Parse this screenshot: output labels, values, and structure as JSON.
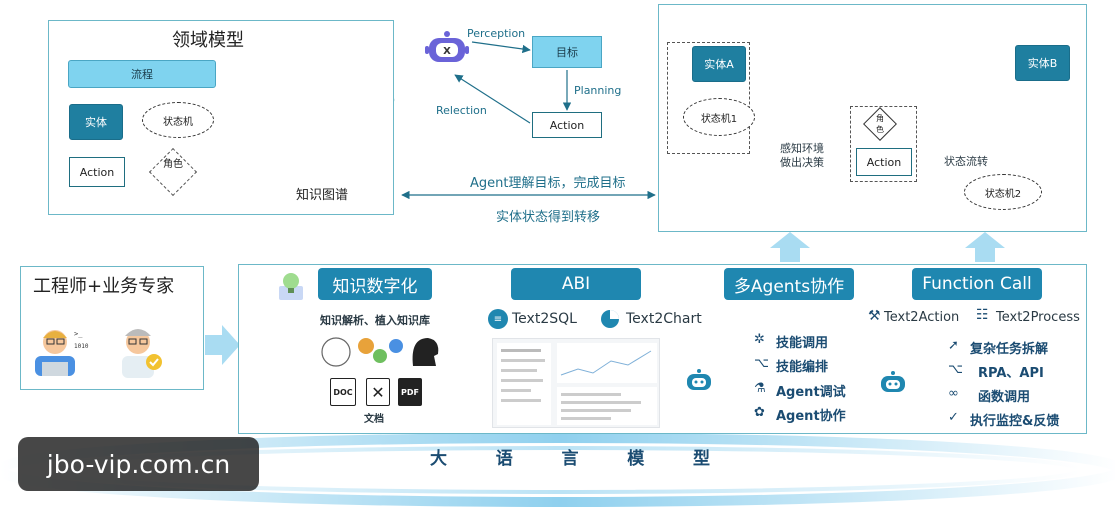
{
  "domain_model": {
    "title": "领域模型",
    "process": "流程",
    "entity": "实体",
    "state_machine": "状态机",
    "action": "Action",
    "role": "角色",
    "knowledge_graph": "知识图谱"
  },
  "agent_loop": {
    "perception": "Perception",
    "goal": "目标",
    "planning": "Planning",
    "reflection": "Relection",
    "action": "Action"
  },
  "middle": {
    "line1": "Agent理解目标，完成目标",
    "line2": "实体状态得到转移"
  },
  "entity_flow": {
    "entity_a": "实体A",
    "entity_b": "实体B",
    "state_machine_1": "状态机1",
    "state_machine_2": "状态机2",
    "perceive": "感知环境",
    "decide": "做出决策",
    "role": "角色",
    "action": "Action",
    "state_flow": "状态流转"
  },
  "experts": {
    "title": "工程师+业务专家"
  },
  "knowledge": {
    "header": "知识数字化",
    "subtitle": "知识解析、植入知识库",
    "doc": "DOC",
    "pdf": "PDF",
    "docs_label": "文档"
  },
  "abi": {
    "header": "ABI",
    "text2sql": "Text2SQL",
    "text2chart": "Text2Chart"
  },
  "multi_agents": {
    "header": "多Agents协作",
    "items": [
      "技能调用",
      "技能编排",
      "Agent调试",
      "Agent协作"
    ]
  },
  "function_call": {
    "header": "Function Call",
    "text2action": "Text2Action",
    "text2process": "Text2Process",
    "items": [
      "复杂任务拆解",
      "RPA、API",
      "函数调用",
      "执行监控&反馈"
    ]
  },
  "llm": {
    "chars": [
      "大",
      "语",
      "言",
      "模",
      "型"
    ]
  },
  "watermark": "jbo-vip.com.cn",
  "colors": {
    "teal": "#1f7fa0",
    "light_blue": "#7fd3ef",
    "header_blue": "#1f87b0",
    "arrow_blue": "#a9dcf2",
    "border": "#6cb8c8"
  }
}
